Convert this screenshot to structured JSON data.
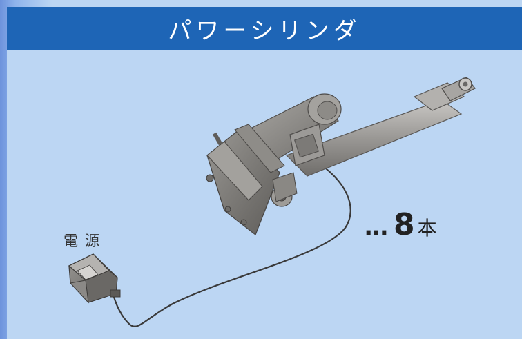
{
  "header": {
    "title": "パワーシリンダ"
  },
  "labels": {
    "power_source": "電源",
    "count_dots": "…",
    "count_number": "8",
    "count_unit": "本"
  },
  "colors": {
    "title_bar": "#1e65b6",
    "background": "#bcd6f3",
    "cylinder": "#8c8a87",
    "cable": "#3a3a3a"
  },
  "icons": [
    "linear-actuator-icon",
    "power-source-box-icon"
  ]
}
